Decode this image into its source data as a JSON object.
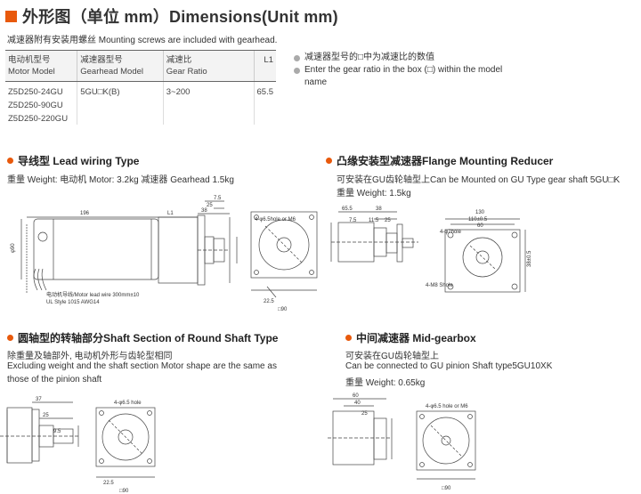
{
  "header": {
    "title": "外形图（单位 mm）Dimensions(Unit mm)"
  },
  "note": "减速器附有安装用螺丝 Mounting screws are included with gearhead.",
  "spec_table": {
    "headers": [
      [
        "电动机型号",
        "Motor Model"
      ],
      [
        "减速器型号",
        "Gearhead Model"
      ],
      [
        "减速比",
        "Gear Ratio"
      ],
      [
        "L1",
        ""
      ]
    ],
    "rows": [
      [
        "Z5D250-24GU",
        "5GU□K(B)",
        "3~200",
        "65.5"
      ],
      [
        "Z5D250-90GU",
        "",
        "",
        ""
      ],
      [
        "Z5D250-220GU",
        "",
        "",
        ""
      ]
    ]
  },
  "bullets": [
    "减速器型号的□中为减速比的数值",
    "Enter the gear ratio in the box (□) within the model name"
  ],
  "sections": {
    "lead": {
      "title": "导线型 Lead wiring Type",
      "line1": "重量 Weight: 电动机 Motor: 3.2kg  减速器 Gearhead 1.5kg"
    },
    "flange": {
      "title": "凸缘安装型减速器Flange Mounting Reducer",
      "line1": "可安装在GU齿轮轴型上Can be Mounted on GU Type gear shaft 5GU□K",
      "line2": "重量 Weight: 1.5kg"
    },
    "round": {
      "title": "圆轴型的转轴部分Shaft Section of Round Shaft Type",
      "line1": "除重量及轴部外, 电动机外形与齿轮型相同",
      "line2": "Excluding weight and the shaft section Motor shape are the same as",
      "line3": "those of the pinion shaft"
    },
    "mid": {
      "title": "中间减速器 Mid-gearbox",
      "line1": "可安装在GU齿轮轴型上",
      "line2": "Can be connected to GU pinion Shaft type5GU10XK",
      "line3": "重量 Weight: 0.65kg"
    }
  },
  "drawing_labels": {
    "d1_196": "196",
    "d1_l1": "L1",
    "d1_38": "38",
    "d1_75": "7.5",
    "d1_25": "25",
    "d1_phi90": "φ90",
    "d1_hole": "4-φ6.5hole or M6",
    "d1_wire": "电动机导线/Motor lead wire 300mm±10",
    "d1_ul": "UL Style 1015 AWG14",
    "d1_225": "22.5",
    "d1_sq90": "□90",
    "d2_655": "65.5",
    "d2_38": "38",
    "d2_75": "7.5",
    "d2_115": "11.5",
    "d2_25": "25",
    "d2_130": "130",
    "d2_110": "110±0.5",
    "d2_60": "60",
    "d2_4phi7": "4-φ7hole",
    "d2_4m8": "4-M8 Shole",
    "d2_385": "38±0.5",
    "d3_37": "37",
    "d3_25": "25",
    "d3_95": "9.5",
    "d3_4hole": "4-φ6.5 hole",
    "d3_225": "22.5",
    "d3_sq90": "□90",
    "d4_60": "60",
    "d4_40": "40",
    "d4_25": "25",
    "d4_hole": "4-φ6.5 hole or M6",
    "d4_sq90": "□90"
  }
}
